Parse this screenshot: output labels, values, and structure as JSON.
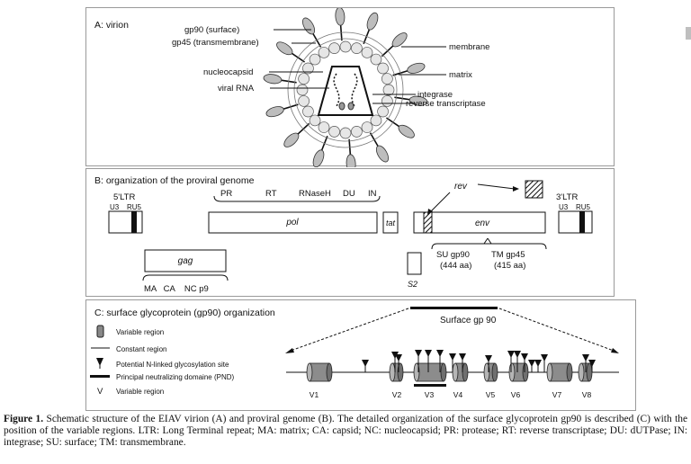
{
  "panelA": {
    "title": "A: virion",
    "labels": {
      "gp90": "gp90 (surface)",
      "gp45": "gp45 (transmembrane)",
      "nucleocapsid": "nucleocapsid",
      "viral_rna": "viral RNA",
      "membrane": "membrane",
      "matrix": "matrix",
      "integrase": "integrase",
      "reverse_transcriptase": "reverse transcriptase"
    }
  },
  "panelB": {
    "title": "B: organization of the proviral genome",
    "ltr5": "5'LTR",
    "ltr3": "3'LTR",
    "u3": "U3",
    "ru5": "RU5",
    "pol_domains": [
      "PR",
      "RT",
      "RNaseH",
      "DU",
      "IN"
    ],
    "genes": {
      "pol": "pol",
      "tat": "tat",
      "env": "env",
      "gag": "gag",
      "s2": "S2",
      "rev": "rev"
    },
    "gag_domains": "MA   CA    NC p9",
    "su": "SU gp90",
    "su_aa": "(444 aa)",
    "tm": "TM gp45",
    "tm_aa": "(415 aa)"
  },
  "panelC": {
    "title": "C: surface glycoprotein (gp90) organization",
    "surface_label": "Surface gp 90",
    "legend": [
      {
        "symbol": "cylinder",
        "text": "Variable region"
      },
      {
        "symbol": "line",
        "text": "Constant region"
      },
      {
        "symbol": "triangle",
        "text": "Potential N-linked glycosylation site"
      },
      {
        "symbol": "bar",
        "text": "Principal neutralizing domaine (PND)"
      },
      {
        "symbol": "V",
        "text": "Variable region"
      }
    ],
    "regions": [
      "V1",
      "V2",
      "V3",
      "V4",
      "V5",
      "V6",
      "V7",
      "V8"
    ]
  },
  "caption": {
    "label": "Figure 1.",
    "text": "Schematic structure of the EIAV virion (A) and proviral genome (B). The detailed organization of the surface glycoprotein gp90 is described (C) with the position of the variable regions. LTR: Long Terminal repeat; MA: matrix; CA: capsid; NC: nucleocapsid; PR: protease; RT: reverse transcriptase; DU: dUTPase; IN: integrase; SU: surface; TM: transmembrane."
  }
}
